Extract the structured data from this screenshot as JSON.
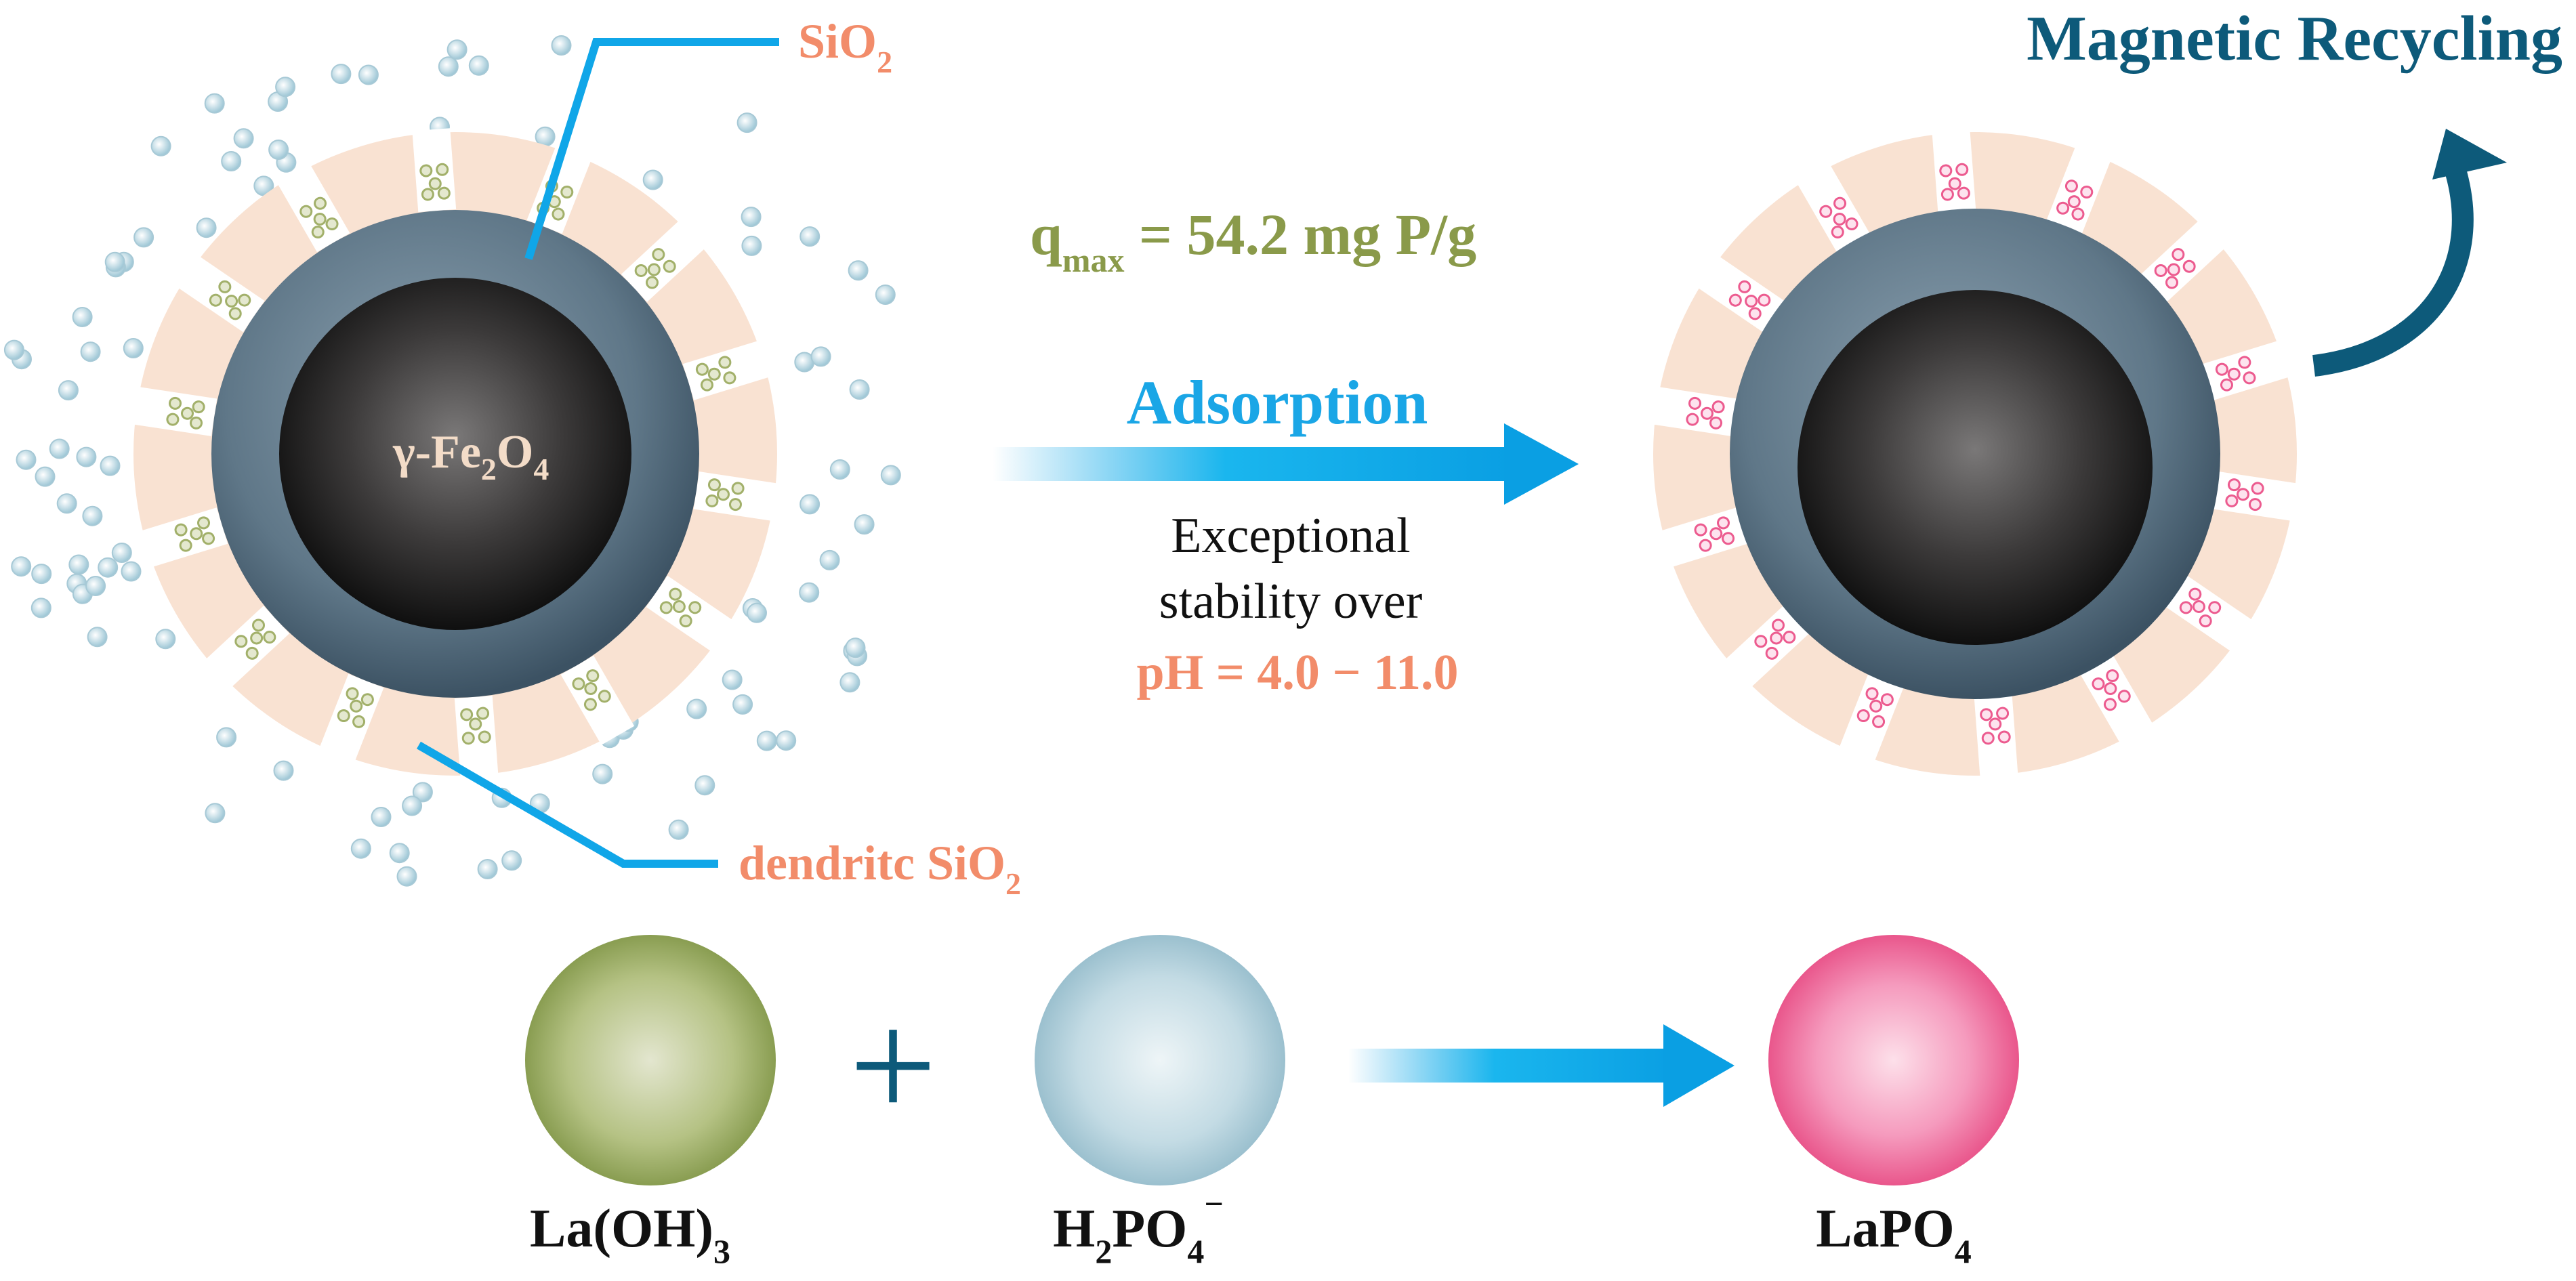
{
  "labels": {
    "core": {
      "main": "γ-Fe",
      "s1": "2",
      "mid": "O",
      "s2": "4"
    },
    "sio2": {
      "main": "SiO",
      "sub": "2"
    },
    "dendritic": {
      "main": "dendritc SiO",
      "sub": "2"
    },
    "qmax": {
      "q": "q",
      "sub": "max",
      "rest": " = 54.2 mg P/g"
    },
    "adsorption": "Adsorption",
    "stability": {
      "line1": "Exceptional",
      "line2": "stability over",
      "line3": "pH = 4.0 − 11.0"
    },
    "recycling": "Magnetic Recycling",
    "reaction": {
      "plus": "+",
      "laoh3": {
        "main": "La(OH)",
        "sub": "3"
      },
      "h2po4": {
        "h": "H",
        "sub1": "2",
        "po": "PO",
        "sub2": "4",
        "sup": "−"
      },
      "lapo4": {
        "main": "LaPO",
        "sub": "4"
      }
    }
  },
  "colors": {
    "sio2_label": "#f28c6a",
    "qmax": "#8a9a4a",
    "adsorption": "#1aa6e6",
    "recycling": "#0d5a7a",
    "leader_line": "#10a6e8",
    "shell": "#f9e2d2",
    "core_ring": "#5a7385",
    "la_oh3": "#94a854",
    "h2po4": "#a9cbd8",
    "lapo4": "#ec5b8f"
  }
}
